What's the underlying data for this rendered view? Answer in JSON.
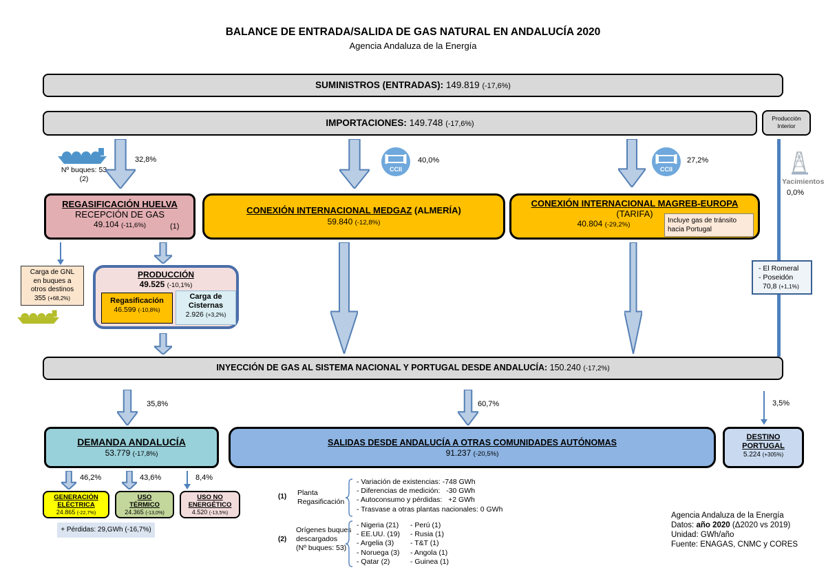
{
  "header": {
    "title": "BALANCE DE ENTRADA/SALIDA DE GAS NATURAL EN ANDALUCÍA 2020",
    "subtitle": "Agencia Andaluza de la Energía"
  },
  "bars": {
    "suministros": {
      "label": "SUMINISTROS (ENTRADAS):",
      "value": "149.819",
      "delta": "(-17,6%)"
    },
    "importaciones": {
      "label": "IMPORTACIONES:",
      "value": "149.748",
      "delta": "(-17,6%)"
    },
    "inyeccion": {
      "label": "INYECCIÓN DE GAS AL SISTEMA NACIONAL Y PORTUGAL DESDE ANDALUCÍA:",
      "value": "150.240",
      "delta": "(-17,2%)"
    }
  },
  "produccion_interior": {
    "line1": "Producción",
    "line2": "Interior"
  },
  "ships_in": {
    "label": "Nº buques: 53",
    "ref": "(2)"
  },
  "icons": {
    "ccii": "CCII"
  },
  "yacimientos": {
    "label": "Yacimientos"
  },
  "percents": {
    "huelva": "32,8%",
    "medgaz": "40,0%",
    "magreb": "27,2%",
    "yacimientos": "0,0%",
    "demanda": "35,8%",
    "salidas": "60,7%",
    "portugal": "3,5%",
    "generacion": "46,2%",
    "termico": "43,6%",
    "no_energetico": "8,4%"
  },
  "boxes": {
    "huelva": {
      "title": "REGASIFICACIÓN HUELVA",
      "subtitle": "RECEPCIÓN DE GAS",
      "value": "49.104",
      "delta": "(-11,6%)",
      "ref": "(1)"
    },
    "medgaz": {
      "title": "CONEXIÓN INTERNACIONAL MEDGAZ",
      "suffix": " (ALMERÍA)",
      "value": "59.840",
      "delta": "(-12,8%)"
    },
    "magreb": {
      "title": "CONEXIÓN INTERNACIONAL MAGREB-EUROPA",
      "subtitle": "(TARIFA)",
      "value": "40.804",
      "delta": "(-29,2%)",
      "note": "Incluye gas de tránsito hacia Portugal"
    },
    "carga_gnl": {
      "line1": "Carga de GNL",
      "line2": "en buques a",
      "line3": "otros destinos",
      "value": "355",
      "delta": "(+68,2%)"
    },
    "produccion": {
      "title": "PRODUCCIÓN",
      "value": "49.525",
      "delta": "(-10,1%)",
      "regasificacion": {
        "label": "Regasificación",
        "value": "46.599",
        "delta": "(-10,8%)"
      },
      "cisternas": {
        "label1": "Carga de",
        "label2": "Cisternas",
        "value": "2.926",
        "delta": "(+3,2%)"
      }
    },
    "romeral": {
      "line1": "- El Romeral",
      "line2": "- Poseidón",
      "value": "70,8",
      "delta": "(+1,1%)"
    },
    "demanda": {
      "title": "DEMANDA ANDALUCÍA",
      "value": "53.779",
      "delta": "(-17,8%)"
    },
    "salidas": {
      "title": "SALIDAS DESDE ANDALUCÍA A OTRAS COMUNIDADES AUTÓNOMAS",
      "value": "91.237",
      "delta": "(-20,5%)"
    },
    "portugal": {
      "title1": "DESTINO",
      "title2": "PORTUGAL",
      "value": "5.224",
      "delta": "(+305%)"
    },
    "generacion": {
      "title1": "GENERACIÓN",
      "title2": "ELÉCTRICA",
      "value": "24.865",
      "delta": "(-22,7%)"
    },
    "termico": {
      "title1": "USO",
      "title2": "TÉRMICO",
      "value": "24.365",
      "delta": "(-13,0%)"
    },
    "no_energetico": {
      "title1": "USO NO",
      "title2": "ENERGÉTICO",
      "value": "4.520",
      "delta": "(-13,5%)"
    },
    "perdidas": "+ Pérdidas: 29,GWh (-16,7%)"
  },
  "notes": {
    "n1": {
      "ref": "(1)",
      "label1": "Planta",
      "label2": "Regasificación",
      "items": [
        "- Variación de existencias: -748 GWh",
        "- Diferencias de medición:   -30 GWh",
        "- Autoconsumo y pérdidas:   +2 GWh",
        "- Trasvase a otras plantas nacionales: 0 GWh"
      ]
    },
    "n2": {
      "ref": "(2)",
      "label1": "Orígenes buques",
      "label2": "descargados",
      "label3": "(Nº buques: 53)",
      "col1": [
        "- Nigeria (21)",
        "- EE.UU. (19)",
        "- Argelia (3)",
        "- Noruega (3)",
        "- Qatar (2)"
      ],
      "col2": [
        "- Perú (1)",
        "- Rusia (1)",
        "- T&T (1)",
        "- Angola (1)",
        "- Guinea (1)"
      ]
    }
  },
  "source": {
    "line1": "Agencia Andaluza de la Energía",
    "datos_prefix": "Datos: ",
    "datos_bold": "año 2020",
    "datos_suffix": " (Δ2020 vs 2019)",
    "line3": "Unidad: GWh/año",
    "line4": "Fuente: ENAGAS, CNMC y CORES"
  },
  "colors": {
    "accent_blue": "#4f81bd",
    "arrow_fill": "#b9cde4",
    "orange": "#ffc000",
    "pink_huelva": "#e3aeb2",
    "teal_demanda": "#99d1da",
    "blue_salidas": "#8db4e2",
    "blue_portugal": "#c9daf0",
    "yellow": "#ffff00",
    "green": "#c3d69b",
    "rose": "#f2dcdb",
    "grey_bar": "#d9d9d9"
  }
}
